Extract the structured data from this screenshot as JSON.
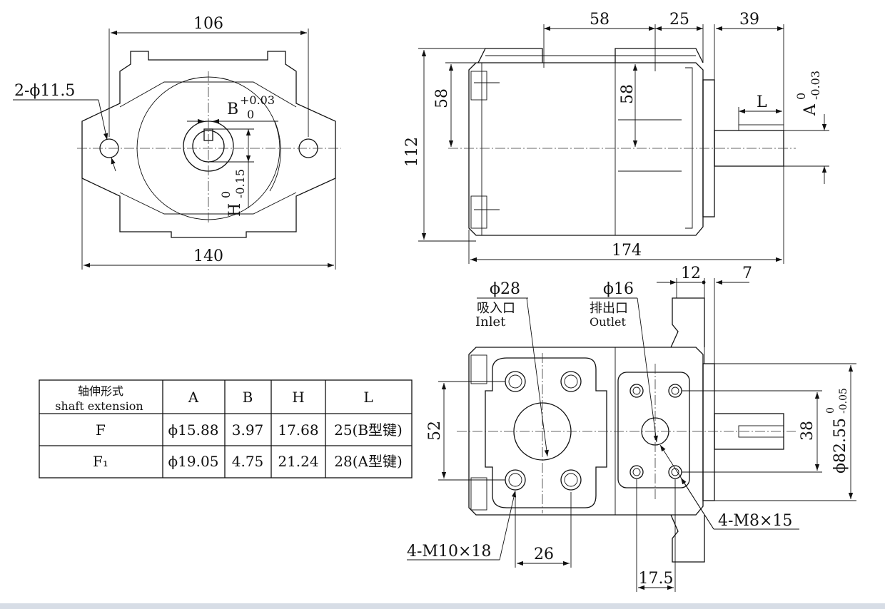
{
  "front_view": {
    "dim_top": "106",
    "dim_bottom": "140",
    "hole_note": "2-ϕ11.5",
    "key_b": "B",
    "key_b_tol_upper": "+0.03",
    "key_b_tol_lower": "0",
    "key_h": "H",
    "key_h_tol_upper": "0",
    "key_h_tol_lower": "-0.15"
  },
  "side_view": {
    "dim_58_top": "58",
    "dim_25": "25",
    "dim_39": "39",
    "dim_58_left": "58",
    "dim_58_mid": "58",
    "dim_112": "112",
    "dim_174": "174",
    "dim_l": "L",
    "dim_a": "A",
    "dim_a_tol_upper": "0",
    "dim_a_tol_lower": "-0.03"
  },
  "port_view": {
    "inlet_dia": "ϕ28",
    "inlet_cn": "吸入口",
    "inlet_en": "Inlet",
    "outlet_dia": "ϕ16",
    "outlet_cn": "排出口",
    "outlet_en": "Outlet",
    "dim_12": "12",
    "dim_7": "7",
    "dim_52": "52",
    "dim_38": "38",
    "dim_pilot": "ϕ82.55",
    "dim_pilot_tol_upper": "0",
    "dim_pilot_tol_lower": "-0.05",
    "thread_inlet": "4-M10×18",
    "thread_outlet": "4-M8×15",
    "dim_26": "26",
    "dim_17_5": "17.5"
  },
  "table": {
    "header_cn": "轴伸形式",
    "header_en": "shaft extension",
    "columns": [
      "A",
      "B",
      "H",
      "L"
    ],
    "rows": [
      {
        "type": "F",
        "A": "ϕ15.88",
        "B": "3.97",
        "H": "17.68",
        "L": "25(B型键)"
      },
      {
        "type": "F₁",
        "A": "ϕ19.05",
        "B": "4.75",
        "H": "21.24",
        "L": "28(A型键)"
      }
    ]
  }
}
